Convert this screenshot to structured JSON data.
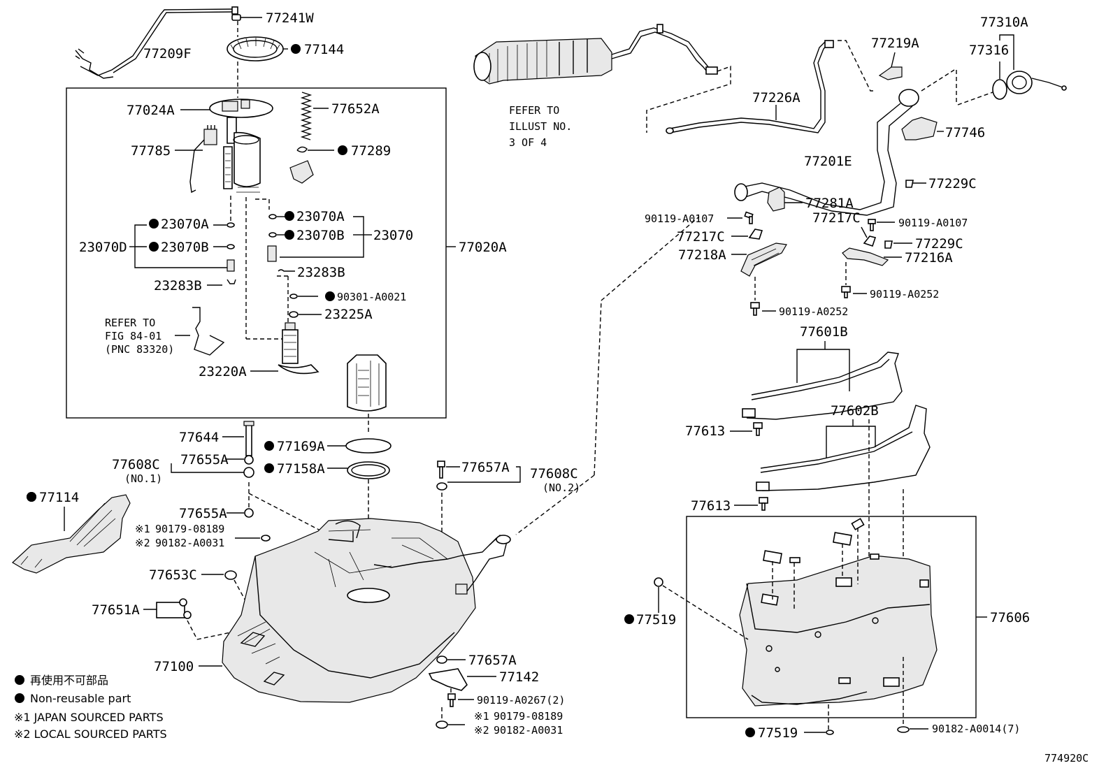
{
  "diagram_id": "774920C",
  "labels": {
    "l_77241W": "77241W",
    "l_77209F": "77209F",
    "l_77144": "77144",
    "l_77024A": "77024A",
    "l_77652A": "77652A",
    "l_77785": "77785",
    "l_77289": "77289",
    "l_23070A_l": "23070A",
    "l_23070A_r": "23070A",
    "l_23070B_l": "23070B",
    "l_23070B_r": "23070B",
    "l_23070": "23070",
    "l_23070D": "23070D",
    "l_77020A": "77020A",
    "l_23283B_r": "23283B",
    "l_23283B_l": "23283B",
    "l_90301": "90301-A0021",
    "l_23225A": "23225A",
    "l_23220A": "23220A",
    "l_77644": "77644",
    "l_77608C_1": "77608C",
    "l_no1": "(NO.1)",
    "l_77655A_1": "77655A",
    "l_77655A_2": "77655A",
    "l_77169A": "77169A",
    "l_77158A": "77158A",
    "l_77657A_1": "77657A",
    "l_77608C_2": "77608C",
    "l_no2": "(NO.2)",
    "l_77114": "77114",
    "l_90179_1": "90179-08189",
    "l_90182_1": "90182-A0031",
    "l_77653C": "77653C",
    "l_77651A": "77651A",
    "l_77100": "77100",
    "l_77657A_2": "77657A",
    "l_77142": "77142",
    "l_90119_0267": "90119-A0267(2)",
    "l_90179_2": "90179-08189",
    "l_90182_2": "90182-A0031",
    "l_77226A": "77226A",
    "l_77219A": "77219A",
    "l_77310A": "77310A",
    "l_77316": "77316",
    "l_77746": "77746",
    "l_77201E": "77201E",
    "l_77229C_1": "77229C",
    "l_77281A": "77281A",
    "l_90119_0107_l": "90119-A0107",
    "l_77217C_r": "77217C",
    "l_90119_0107_r": "90119-A0107",
    "l_77217C_l": "77217C",
    "l_77229C_2": "77229C",
    "l_77218A": "77218A",
    "l_77216A": "77216A",
    "l_90119_0252_r": "90119-A0252",
    "l_90119_0252_l": "90119-A0252",
    "l_77601B": "77601B",
    "l_77613_1": "77613",
    "l_77602B": "77602B",
    "l_77613_2": "77613",
    "l_77519_1": "77519",
    "l_77606": "77606",
    "l_77519_2": "77519",
    "l_90182_0014": "90182-A0014(7)",
    "refer_84": [
      "REFER TO",
      "FIG 84-01",
      "(PNC 83320)"
    ],
    "refer_illust": [
      "FEFER TO",
      "ILLUST NO.",
      "3 OF 4"
    ],
    "mark_1": "※1",
    "mark_2": "※2"
  },
  "legend": {
    "jp_nonreusable": "再使用不可部品",
    "nonreusable": "Non-reusable part",
    "japan_sourced": "※1  JAPAN SOURCED PARTS",
    "local_sourced": "※2  LOCAL SOURCED PARTS"
  }
}
